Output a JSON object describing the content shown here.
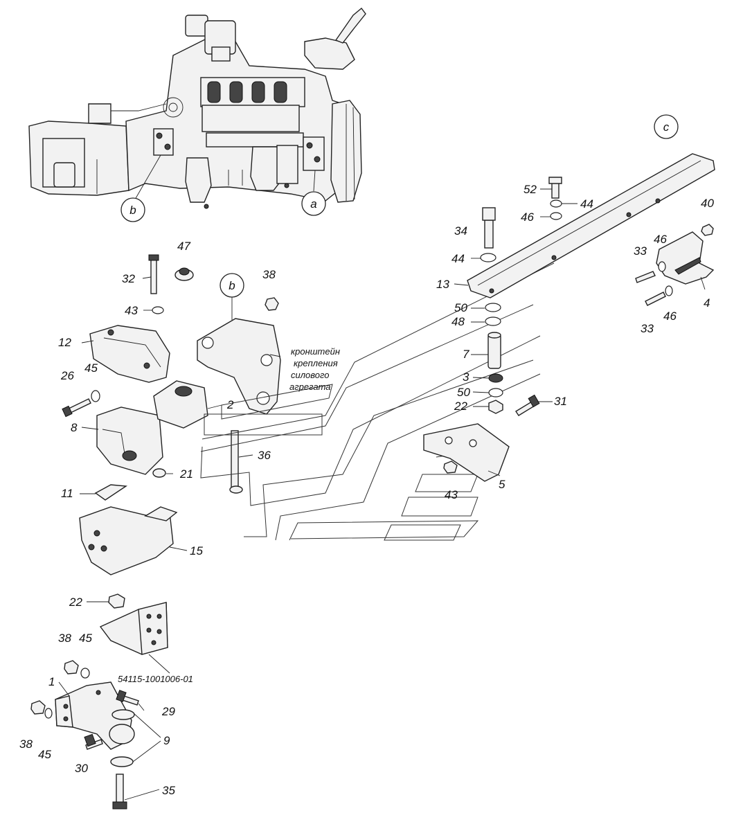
{
  "circle_labels": [
    "a",
    "b",
    "b",
    "c"
  ],
  "part_numbers": [
    "1",
    "2",
    "3",
    "4",
    "5",
    "7",
    "8",
    "9",
    "11",
    "12",
    "13",
    "15",
    "21",
    "22",
    "22",
    "26",
    "29",
    "30",
    "31",
    "32",
    "33",
    "33",
    "34",
    "35",
    "36",
    "38",
    "38",
    "38",
    "40",
    "43",
    "43",
    "44",
    "44",
    "45",
    "45",
    "45",
    "46",
    "46",
    "46",
    "47",
    "48",
    "50",
    "50",
    "52"
  ],
  "bracket_note": [
    "кронштейн",
    "крепления",
    "силового",
    "агрегата"
  ],
  "assembly_code": "54115-1001006-01"
}
